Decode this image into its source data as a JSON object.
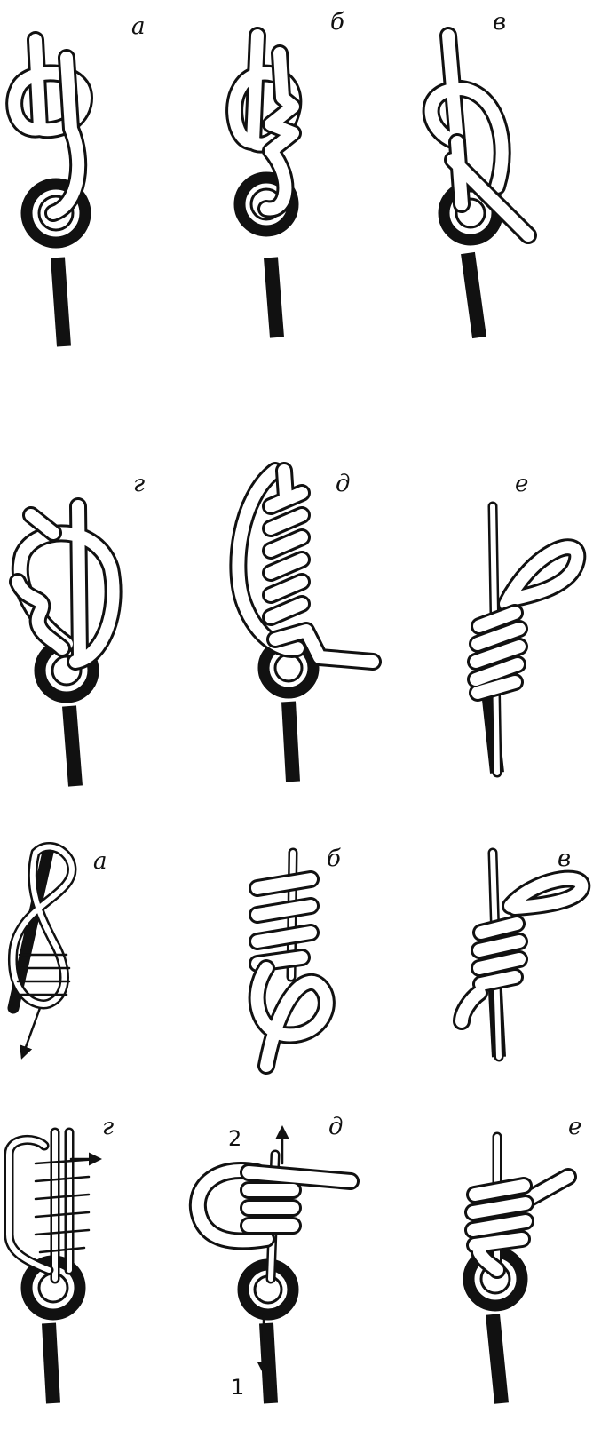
{
  "set1": {
    "a": "а",
    "b": "б",
    "v": "в",
    "g": "г",
    "d": "д",
    "e": "е"
  },
  "set2": {
    "a": "а",
    "b": "б",
    "v": "в",
    "g": "г",
    "d": "д",
    "e": "е",
    "num_top": "2",
    "num_bottom": "1"
  }
}
